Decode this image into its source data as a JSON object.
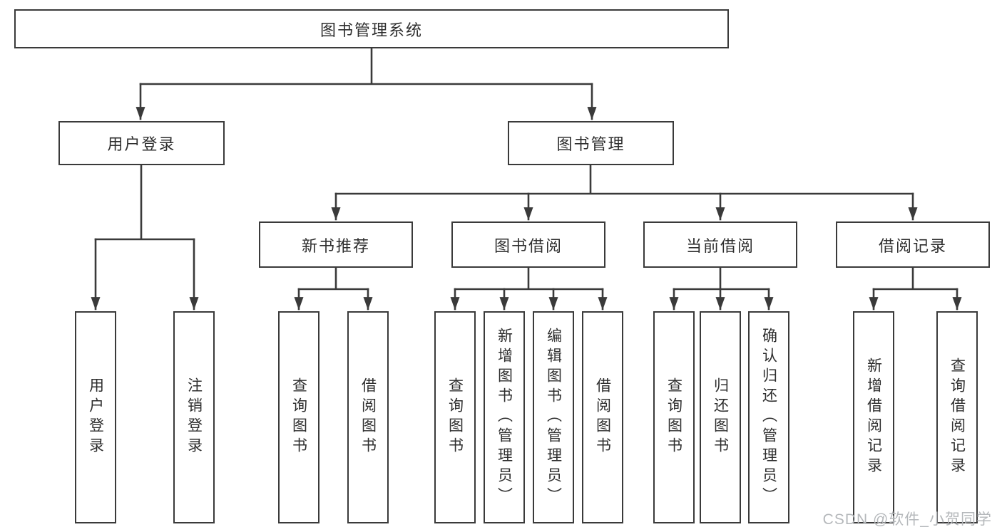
{
  "colors": {
    "line": "#3a3a3a",
    "text": "#2e2e2e",
    "watermark": "#b5b8bb",
    "background": "#ffffff"
  },
  "tree": {
    "root": {
      "label": "图书管理系统"
    },
    "level2": [
      {
        "label": "用户登录"
      },
      {
        "label": "图书管理"
      }
    ],
    "level3": [
      {
        "label": "新书推荐"
      },
      {
        "label": "图书借阅"
      },
      {
        "label": "当前借阅"
      },
      {
        "label": "借阅记录"
      }
    ],
    "leaves_user": [
      {
        "label": "用户登录"
      },
      {
        "label": "注销登录"
      }
    ],
    "leaves_newbook": [
      {
        "label": "查询图书"
      },
      {
        "label": "借阅图书"
      }
    ],
    "leaves_borrow": [
      {
        "label": "查询图书"
      },
      {
        "label": "新增图书（管理员）"
      },
      {
        "label": "编辑图书（管理员）"
      },
      {
        "label": "借阅图书"
      }
    ],
    "leaves_current": [
      {
        "label": "查询图书"
      },
      {
        "label": "归还图书"
      },
      {
        "label": "确认归还（管理员）"
      }
    ],
    "leaves_records": [
      {
        "label": "新增借阅记录"
      },
      {
        "label": "查询借阅记录"
      }
    ]
  },
  "watermark": {
    "text": "CSDN @软件_小贺同学"
  }
}
